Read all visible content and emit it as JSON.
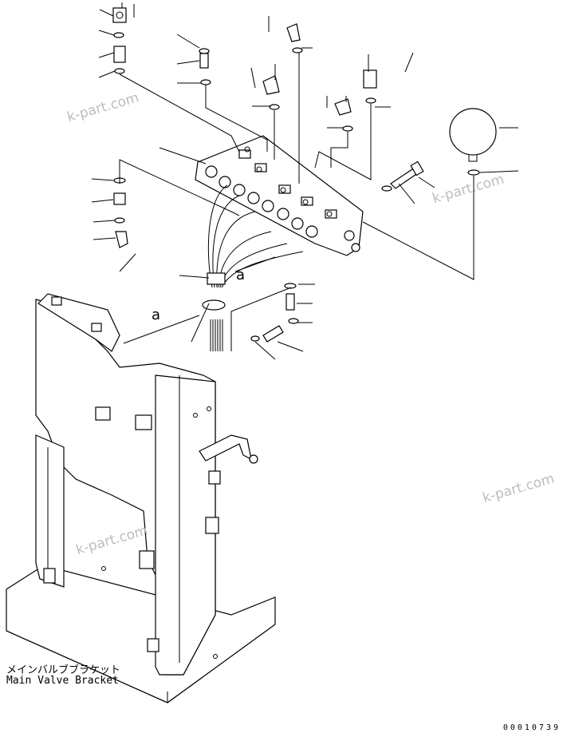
{
  "watermarks": [
    "k-part.com",
    "k-part.com",
    "k-part.com",
    "k-part.com"
  ],
  "callouts": {
    "ref_left": "a",
    "ref_right": "a"
  },
  "caption": {
    "japanese": "メインバルブブラケット",
    "english": "Main Valve Bracket"
  },
  "drawing_number": "00010739"
}
